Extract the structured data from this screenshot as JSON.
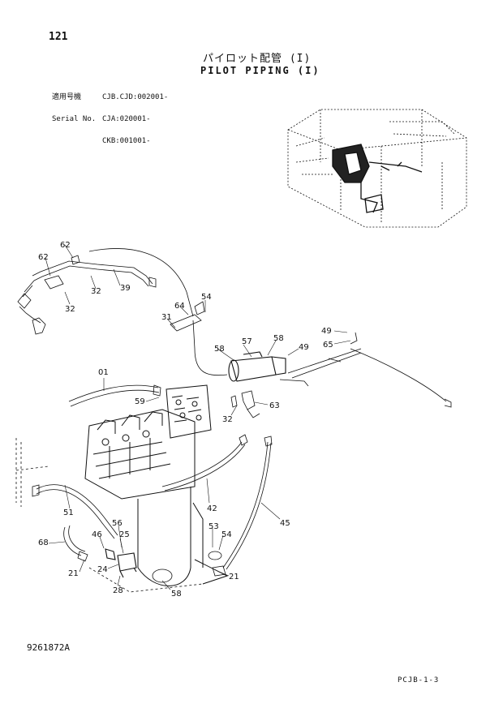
{
  "header": {
    "page_number": "121",
    "title_jp": "パイロット配管 (I)",
    "title_en": "PILOT PIPING (I)"
  },
  "serial": {
    "label_jp": "適用号機",
    "label_en": "Serial No.",
    "lines": [
      "CJB.CJD:002001-",
      "CJA:020001-",
      "CKB:001001-"
    ]
  },
  "footer": {
    "drawing_number": "9261872A",
    "page_ref": "PCJB-1-3"
  },
  "callouts": [
    {
      "id": "c62a",
      "label": "62"
    },
    {
      "id": "c62b",
      "label": "62"
    },
    {
      "id": "c32a",
      "label": "32"
    },
    {
      "id": "c39",
      "label": "39"
    },
    {
      "id": "c32b",
      "label": "32"
    },
    {
      "id": "c54a",
      "label": "54"
    },
    {
      "id": "c64",
      "label": "64"
    },
    {
      "id": "c31",
      "label": "31"
    },
    {
      "id": "c57",
      "label": "57"
    },
    {
      "id": "c58a",
      "label": "58"
    },
    {
      "id": "c58b",
      "label": "58"
    },
    {
      "id": "c49a",
      "label": "49"
    },
    {
      "id": "c49b",
      "label": "49"
    },
    {
      "id": "c65",
      "label": "65"
    },
    {
      "id": "c01",
      "label": "01"
    },
    {
      "id": "c59",
      "label": "59"
    },
    {
      "id": "c63",
      "label": "63"
    },
    {
      "id": "c32c",
      "label": "32"
    },
    {
      "id": "c51",
      "label": "51"
    },
    {
      "id": "c42",
      "label": "42"
    },
    {
      "id": "c45",
      "label": "45"
    },
    {
      "id": "c56",
      "label": "56"
    },
    {
      "id": "c46",
      "label": "46"
    },
    {
      "id": "c25",
      "label": "25"
    },
    {
      "id": "c68",
      "label": "68"
    },
    {
      "id": "c53",
      "label": "53"
    },
    {
      "id": "c54b",
      "label": "54"
    },
    {
      "id": "c24",
      "label": "24"
    },
    {
      "id": "c21a",
      "label": "21"
    },
    {
      "id": "c21b",
      "label": "21"
    },
    {
      "id": "c28",
      "label": "28"
    },
    {
      "id": "c58c",
      "label": "58"
    }
  ]
}
